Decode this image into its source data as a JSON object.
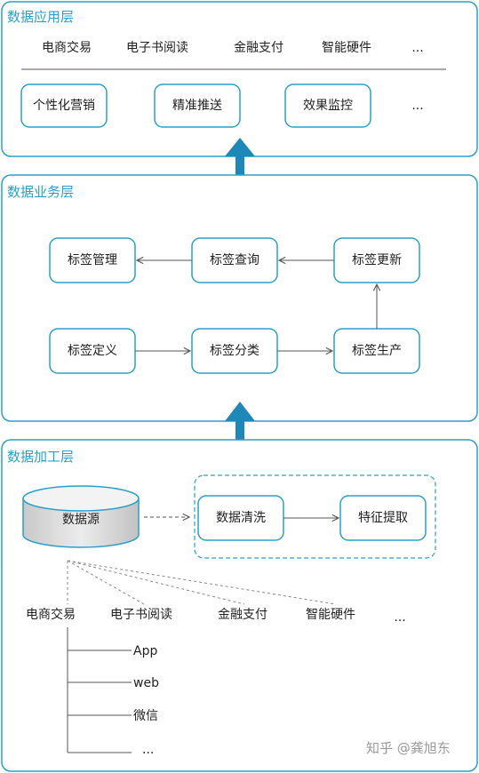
{
  "layers": {
    "application": {
      "title": "数据应用层",
      "categories": [
        "电商交易",
        "电子书阅读",
        "金融支付",
        "智能硬件",
        "..."
      ],
      "apps": [
        "个性化营销",
        "精准推送",
        "效果监控",
        "..."
      ]
    },
    "business": {
      "title": "数据业务层",
      "nodes": {
        "manage": "标签管理",
        "query": "标签查询",
        "update": "标签更新",
        "define": "标签定义",
        "classify": "标签分类",
        "produce": "标签生产"
      }
    },
    "processing": {
      "title": "数据加工层",
      "source": "数据源",
      "clean": "数据清洗",
      "extract": "特征提取",
      "categories": [
        "电商交易",
        "电子书阅读",
        "金融支付",
        "智能硬件",
        "..."
      ],
      "channels": [
        "App",
        "web",
        "微信",
        "..."
      ]
    }
  },
  "watermark": "知乎 @龚旭东",
  "colors": {
    "accent": "#2aa0c8",
    "arrow_big": "#1e88b8",
    "box_border": "#2aa0c8",
    "line": "#555555",
    "dash": "#888888"
  }
}
